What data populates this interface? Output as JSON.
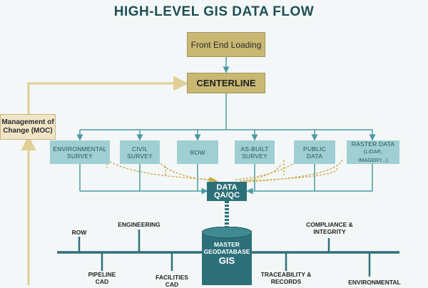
{
  "title": "HIGH-LEVEL GIS DATA FLOW",
  "nodes": {
    "front_end": "Front End Loading",
    "centerline": "CENTERLINE",
    "moc": [
      "Management of",
      "Change (MOC)"
    ],
    "sources": [
      [
        "ENVIRONMENTAL",
        "SURVEY"
      ],
      [
        "CIVIL",
        "SURVEY"
      ],
      [
        "ROW"
      ],
      [
        "AS-BUILT",
        "SURVEY"
      ],
      [
        "PUBLIC",
        "DATA"
      ],
      [
        "RASTER DATA",
        "(LIDAR, IMAGERY...)"
      ]
    ],
    "qa": [
      "DATA",
      "QA/QC"
    ],
    "geodatabase": [
      "MASTER",
      "GEODATABASE",
      "GIS"
    ]
  },
  "outputs": {
    "row": "ROW",
    "engineering": "ENGINEERING",
    "compliance": [
      "COMPLIANCE &",
      "INTEGRITY"
    ],
    "pipeline_cad": [
      "PIPELINE",
      "CAD"
    ],
    "facilities_cad": [
      "FACILITIES",
      "CAD"
    ],
    "traceability": [
      "TRACEABILITY &",
      "RECORDS"
    ],
    "environmental": "ENVIRONMENTAL"
  },
  "colors": {
    "title": "#1e4e55",
    "gold": "#c9b873",
    "teal_light": "#9fcfd2",
    "teal_dark": "#2e7079",
    "connector": "#4a9aa3",
    "dashed": "#c7a94a",
    "moc_line": "#e1cf95"
  }
}
